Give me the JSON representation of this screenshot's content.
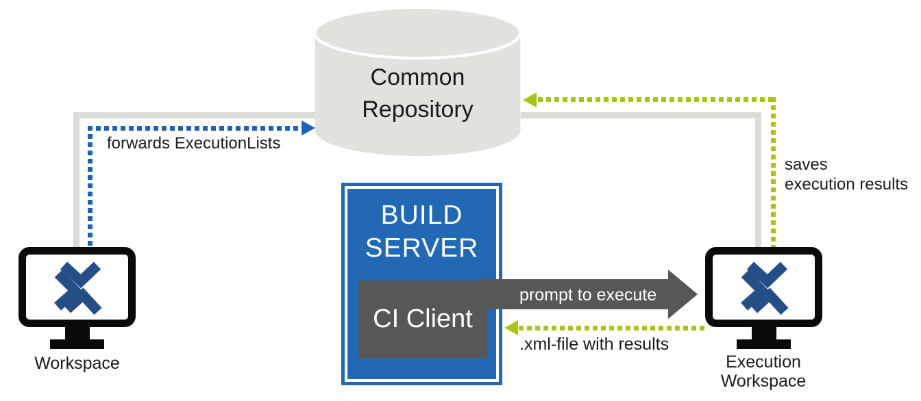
{
  "nodes": {
    "repository": {
      "label": "Common\nRepository"
    },
    "build_server": {
      "label": "BUILD\nSERVER"
    },
    "ci_client": {
      "label": "CI Client"
    },
    "workspace": {
      "label": "Workspace"
    },
    "execution_workspace": {
      "label": "Execution\nWorkspace"
    }
  },
  "edges": {
    "forwards_execution_lists": {
      "label": "forwards ExecutionLists",
      "style": "dotted",
      "color": "#1e62b0"
    },
    "saves_execution_results": {
      "label": "saves\nexecution results",
      "style": "dotted",
      "color": "#a6c616"
    },
    "prompt_to_execute": {
      "label": "prompt to execute",
      "style": "solid",
      "color": "#575756"
    },
    "xml_file_with_results": {
      "label": ".xml-file with results",
      "style": "dotted",
      "color": "#a6c616"
    }
  },
  "colors": {
    "repository_fill": "#e2e2de",
    "connector_gray": "#dcdcd7",
    "build_server_blue": "#2268b2",
    "ci_client_gray": "#575756",
    "dotted_blue": "#1e62b0",
    "dotted_green": "#a6c616",
    "logo_navy": "#254e87",
    "text": "#1a1a1a"
  },
  "icons": {
    "workspace_monitor": "monitor-with-x-logo-icon",
    "execution_workspace_monitor": "monitor-with-x-logo-icon",
    "repository": "database-cylinder-icon"
  }
}
